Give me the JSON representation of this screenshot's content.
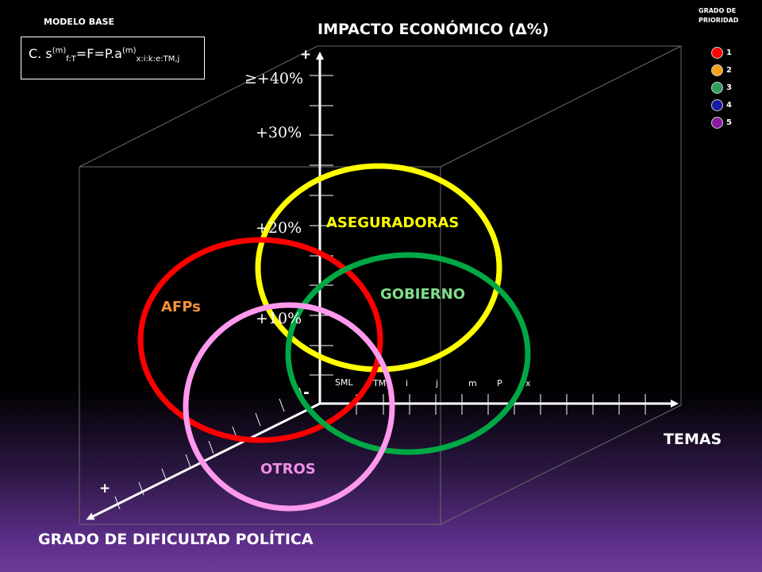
{
  "header": {
    "model_label": "MODELO BASE",
    "formula": {
      "prefix": "C. s",
      "sup1": "(m)",
      "sub1": "f:T",
      "middle": "=F=P.a",
      "sup2": "(m)",
      "sub2": "x:i:k:e:TM,j"
    }
  },
  "legend": {
    "title_line1": "GRADO DE",
    "title_line2": "PRIORIDAD",
    "items": [
      {
        "label": "1",
        "color": "#ff0000"
      },
      {
        "label": "2",
        "color": "#f7a21b"
      },
      {
        "label": "3",
        "color": "#2e9e5b"
      },
      {
        "label": "4",
        "color": "#1a1aa6"
      },
      {
        "label": "5",
        "color": "#8b1a9e"
      }
    ]
  },
  "axes": {
    "vertical_title": "IMPACTO ECONÓMICO (Δ%)",
    "horizontal_title": "TEMAS",
    "depth_title": "GRADO DE DIFICULTAD POLÍTICA",
    "plus_top": "+",
    "minus_origin": "-",
    "plus_depth": "+",
    "percent_labels": [
      "≥+40%",
      "+30%",
      "+20%",
      "+10%"
    ]
  },
  "topics": [
    "SML",
    "TM",
    "i",
    "j",
    "m",
    "P",
    "x"
  ],
  "groups": {
    "aseguradoras": {
      "label": "ASEGURADORAS",
      "color": "#ffff00"
    },
    "gobierno": {
      "label": "GOBIERNO",
      "color": "#00a844",
      "text_color": "#7fe08c"
    },
    "afps": {
      "label": "AFPs",
      "color": "#ff0000",
      "text_color": "#f5913a"
    },
    "otros": {
      "label": "OTROS",
      "color": "#ff99ee",
      "text_color": "#f08fe6"
    }
  }
}
